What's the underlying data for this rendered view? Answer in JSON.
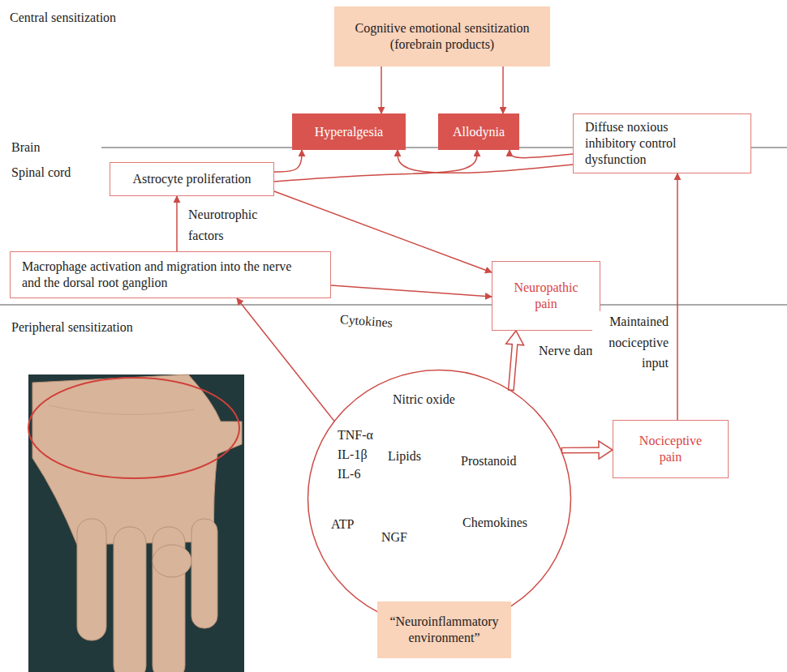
{
  "diagram": {
    "nodes": [
      {
        "text": [
          "Cognitive emotional sensitization (forebrain products)"
        ]
      },
      {
        "text": [
          "Hyperalgesia"
        ]
      },
      {
        "text": [
          "Allodynia"
        ]
      },
      {
        "text": [
          "Diffuse noxious inhibitory control dysfunction"
        ]
      },
      {
        "text": [
          "Astrocyte proliferation"
        ]
      },
      {
        "text": [
          "Macrophage activation and migration into the nerve and the dorsal root ganglion"
        ]
      },
      {
        "text": [
          "Neuropathic pain"
        ]
      },
      {
        "text": [
          "Nitric oxide",
          "TNF-α",
          "IL-1β",
          "IL-6",
          "Lipids",
          "Prostanoid",
          "ATP",
          "NGF",
          "Chemokines"
        ]
      },
      {
        "text": [
          "Nociceptive pain"
        ]
      },
      {
        "text": [
          "“Neuroinflammatory environment”"
        ]
      }
    ],
    "edges": [
      {
        "from": 0,
        "to": 1,
        "arrow": "to"
      },
      {
        "from": 0,
        "to": 2,
        "arrow": "to"
      },
      {
        "from": 4,
        "to": 1,
        "arrow": "to"
      },
      {
        "from": 4,
        "to": 2,
        "arrow": "to"
      },
      {
        "from": 3,
        "to": 2,
        "arrow": "to"
      },
      {
        "from": 3,
        "to": 1,
        "arrow": "to"
      },
      {
        "from": 4,
        "to": 6,
        "arrow": "to"
      },
      {
        "from": 5,
        "to": 4,
        "label": "Neurotrophic factors",
        "arrow": "to"
      },
      {
        "from": 5,
        "to": 6,
        "label": "Cytokines",
        "arrow": "to"
      },
      {
        "from": 7,
        "to": 5,
        "arrow": "to"
      },
      {
        "from": 7,
        "to": 6,
        "label": "Nerve damage",
        "arrow": "to"
      },
      {
        "from": 7,
        "to": 8,
        "arrow": "to"
      },
      {
        "from": 8,
        "to": 3,
        "label": "Maintained nociceptive input",
        "arrow": "to"
      }
    ],
    "labels": [
      "Central sensitization",
      "Brain",
      "Spinal cord",
      "Peripheral sensitization"
    ]
  }
}
